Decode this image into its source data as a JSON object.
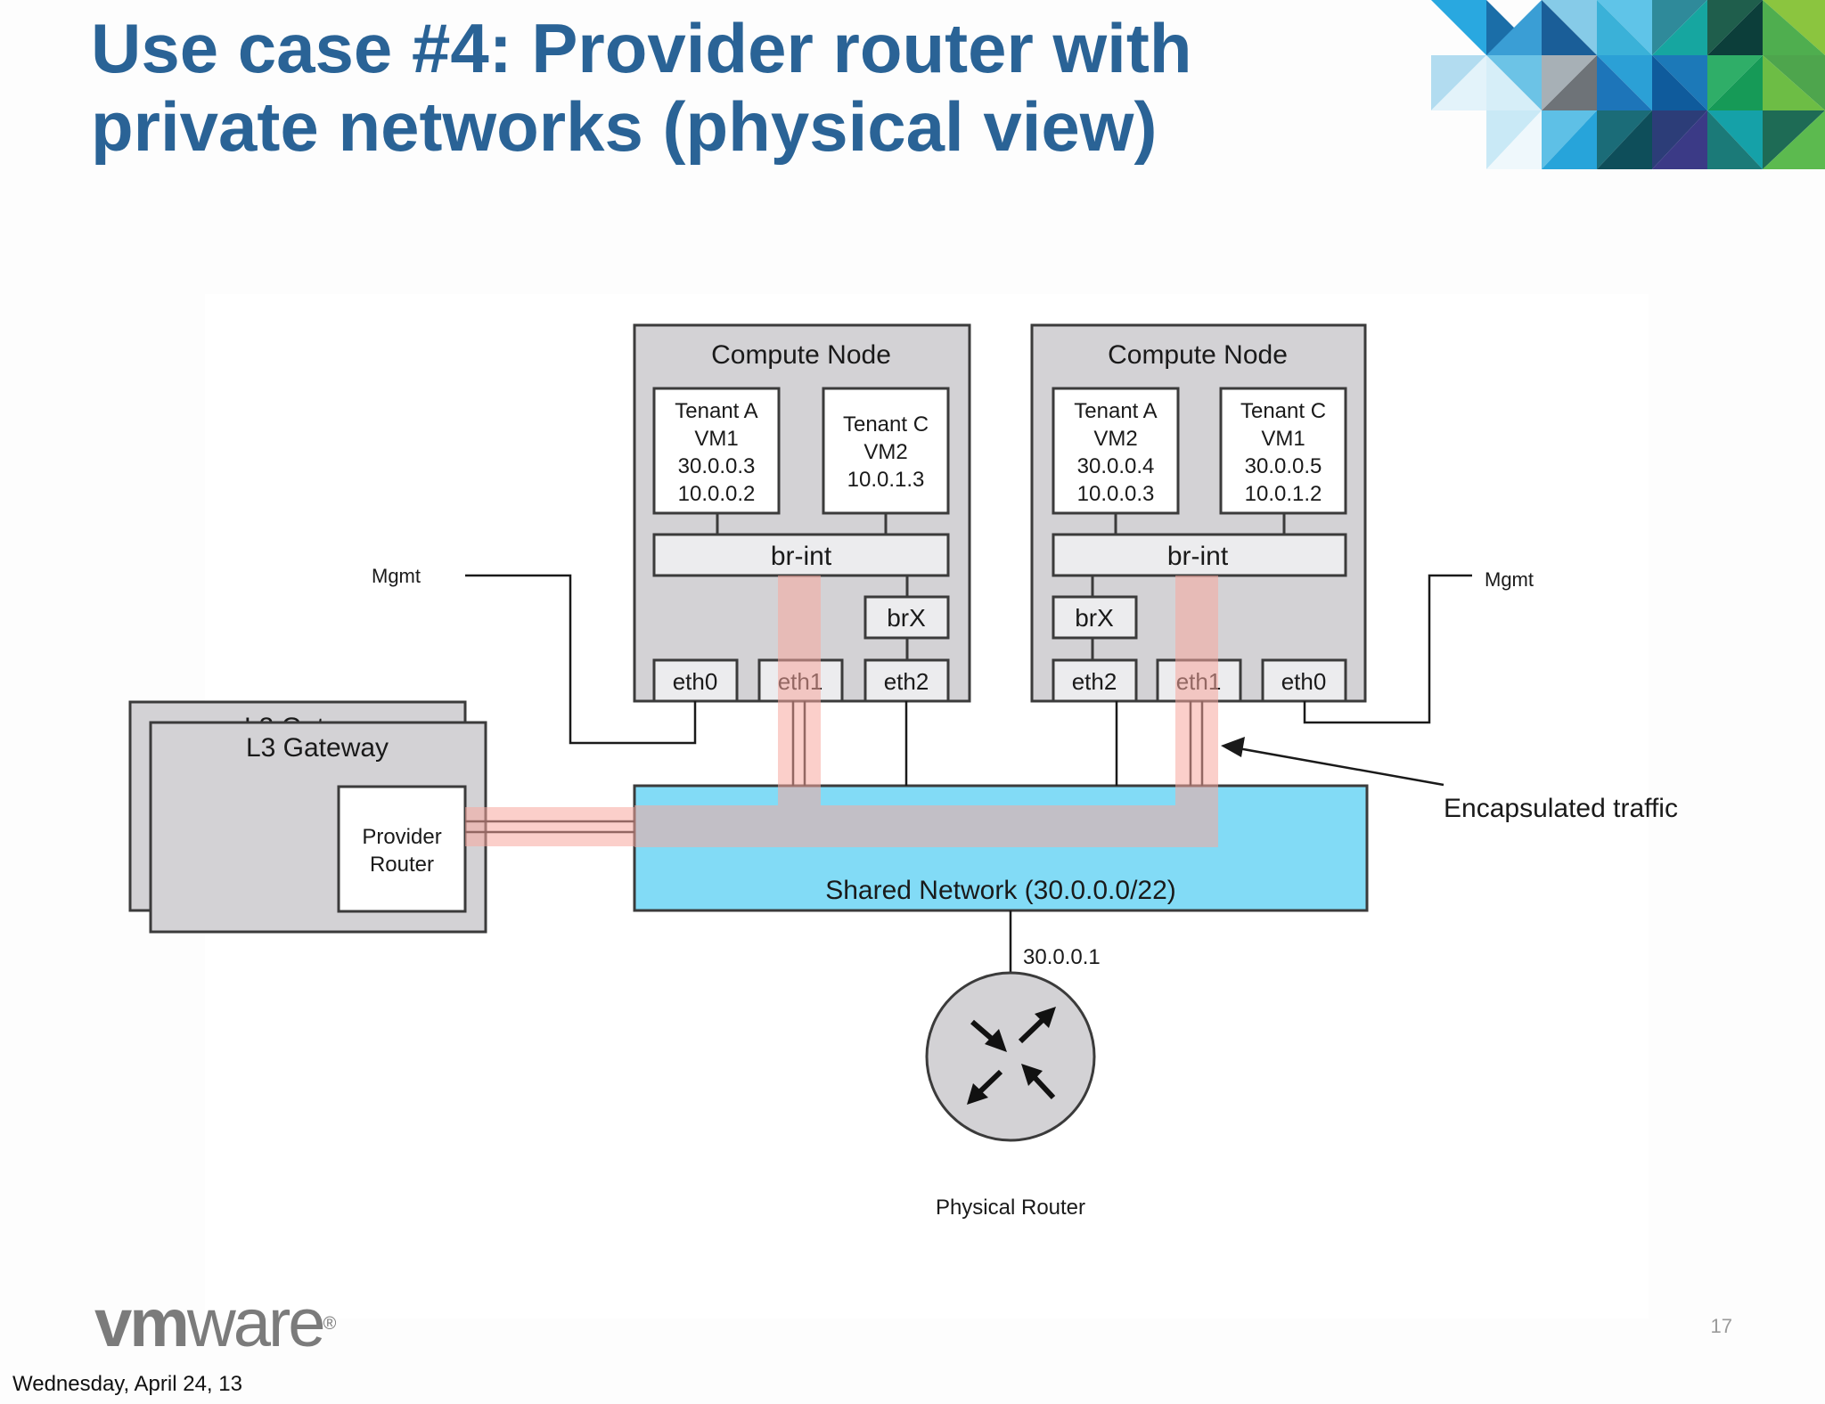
{
  "slide": {
    "title": "Use case #4: Provider router with private networks (physical view)",
    "page_number": "17",
    "footer_date": "Wednesday, April 24, 13",
    "logo": {
      "vm": "vm",
      "ware": "ware",
      "mark": "®"
    }
  },
  "colors": {
    "title": "#2a6396",
    "shared_network": "#82dbf6",
    "encapsulated_path": "#f7a89e",
    "node_fill": "#d3d2d5",
    "bridge_fill": "#ececee"
  },
  "diagram": {
    "compute_nodes": [
      {
        "title": "Compute Node",
        "vms": [
          {
            "lines": [
              "Tenant A",
              "VM1",
              "30.0.0.3",
              "10.0.0.2"
            ]
          },
          {
            "lines": [
              "Tenant C",
              "VM2",
              "10.0.1.3"
            ]
          }
        ],
        "bridge_int": "br-int",
        "bridge_ext": "brX",
        "nics": [
          "eth0",
          "eth1",
          "eth2"
        ]
      },
      {
        "title": "Compute Node",
        "vms": [
          {
            "lines": [
              "Tenant A",
              "VM2",
              "30.0.0.4",
              "10.0.0.3"
            ]
          },
          {
            "lines": [
              "Tenant C",
              "VM1",
              "30.0.0.5",
              "10.0.1.2"
            ]
          }
        ],
        "bridge_int": "br-int",
        "bridge_ext": "brX",
        "nics": [
          "eth2",
          "eth1",
          "eth0"
        ]
      }
    ],
    "mgmt_left": "Mgmt",
    "mgmt_right": "Mgmt",
    "gateway": {
      "back_label": "L3 Gateway",
      "front_label": "L3 Gateway",
      "router_lines": [
        "Provider",
        "Router"
      ]
    },
    "shared_network": "Shared Network (30.0.0.0/22)",
    "encapsulated_traffic": "Encapsulated traffic",
    "router_ip": "30.0.0.1",
    "physical_router": "Physical Router"
  }
}
